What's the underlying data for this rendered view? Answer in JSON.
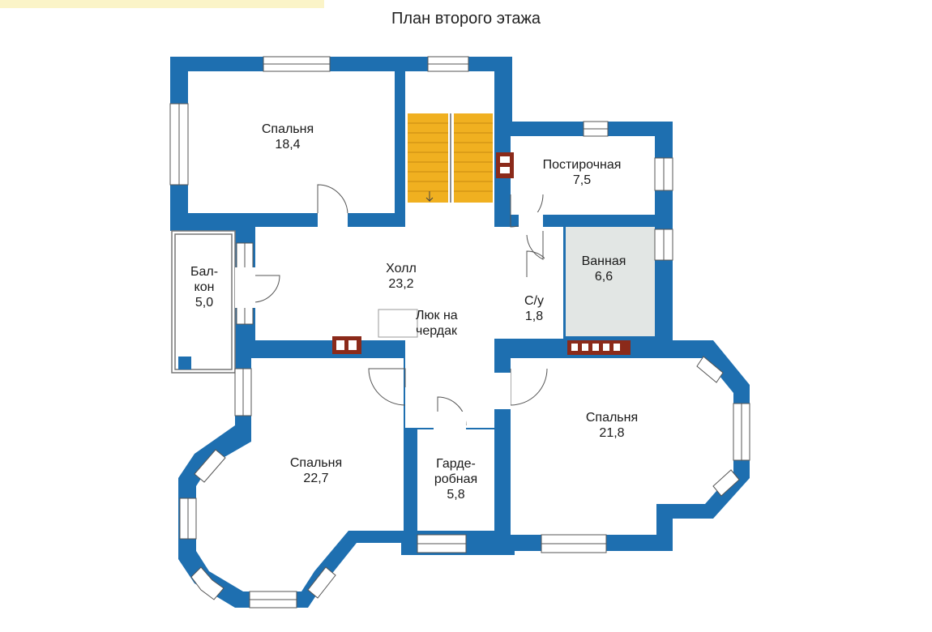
{
  "title": "План второго этажа",
  "colors": {
    "wall": "#1e6fb0",
    "window": "#ffffff",
    "window_frame": "#555555",
    "stairs": "#f0b020",
    "chimney": "#8b2a1a",
    "bath_fill": "#e2e6e4",
    "tint": "#fbf4c8"
  },
  "rooms": [
    {
      "id": "bedroom-1",
      "name": "Спальня",
      "area": "18,4"
    },
    {
      "id": "closet",
      "name": "Постирочная",
      "area": "7,5"
    },
    {
      "id": "bathroom",
      "name": "Ванная",
      "area": "6,6"
    },
    {
      "id": "balcony",
      "name_lines": [
        "Бал-",
        "кон"
      ],
      "area": "5,0"
    },
    {
      "id": "hall",
      "name": "Холл",
      "area": "23,2"
    },
    {
      "id": "toilet",
      "name": "С/у",
      "area": "1,8"
    },
    {
      "id": "bedroom-2",
      "name": "Спальня",
      "area": "22,7"
    },
    {
      "id": "wardrobe",
      "name_lines": [
        "Гарде-",
        "робная"
      ],
      "area": "5,8"
    },
    {
      "id": "bedroom-3",
      "name": "Спальня",
      "area": "21,8"
    }
  ],
  "hatch": {
    "name_lines": [
      "Люк на",
      "чердак"
    ]
  }
}
